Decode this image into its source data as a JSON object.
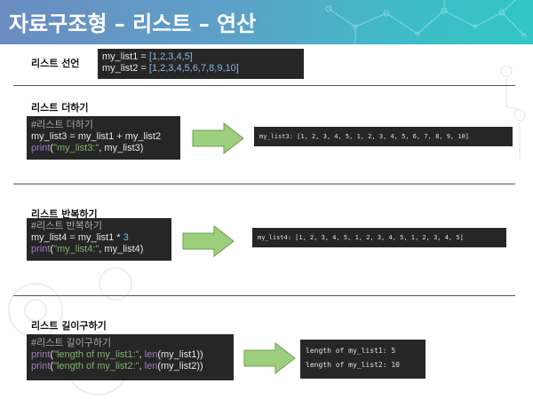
{
  "header": {
    "title": "자료구조형 – 리스트 – 연산"
  },
  "sections": {
    "declare": {
      "label": "리스트 선언",
      "code": {
        "line1_var": "my_list1 = ",
        "line1_val": "[1,2,3,4,5]",
        "line2_var": "my_list2 = ",
        "line2_val": "[1,2,3,4,5,6,7,8,9,10]"
      }
    },
    "add": {
      "label": "리스트 더하기",
      "code": {
        "comment": "#리스트 더하기",
        "line2": "my_list3 = my_list1 + my_list2",
        "print_func": "print",
        "print_str": "\"my_list3:\"",
        "print_rest": ", my_list3)"
      },
      "output": "my_list3: [1, 2, 3, 4, 5, 1, 2, 3, 4, 5, 6, 7, 8, 9, 10]"
    },
    "repeat": {
      "label": "리스트 반복하기",
      "code": {
        "comment": "#리스트 반복하기",
        "line2_a": "my_list4 = my_list1 * ",
        "line2_num": "3",
        "print_func": "print",
        "print_str": "\"my_list4:\"",
        "print_rest": ", my_list4)"
      },
      "output": "my_list4: [1, 2, 3, 4, 5, 1, 2, 3, 4, 5, 1, 2, 3, 4, 5]"
    },
    "length": {
      "label": "리스트 길이구하기",
      "code": {
        "comment": "#리스트 길이구하기",
        "l2_func": "print",
        "l2_str": "\"length of my_list1:\"",
        "l2_sep": ", ",
        "l2_len": "len",
        "l2_rest": "(my_list1))",
        "l3_func": "print",
        "l3_str": "\"length of my_list2:\"",
        "l3_sep": ", ",
        "l3_len": "len",
        "l3_rest": "(my_list2))"
      },
      "output": {
        "line1": "length of my_list1: 5",
        "line2": "length of my_list2: 10"
      }
    }
  },
  "colors": {
    "header_start": "#6a8cc0",
    "header_end": "#33c6c6",
    "code_bg": "#262626",
    "arrow_fill": "#9dcf7e",
    "arrow_stroke": "#6f9e52",
    "string": "#7fb36a",
    "function": "#9c7ac4",
    "number": "#8db6e0"
  },
  "icons": {
    "arrow": "right-arrow-icon"
  }
}
